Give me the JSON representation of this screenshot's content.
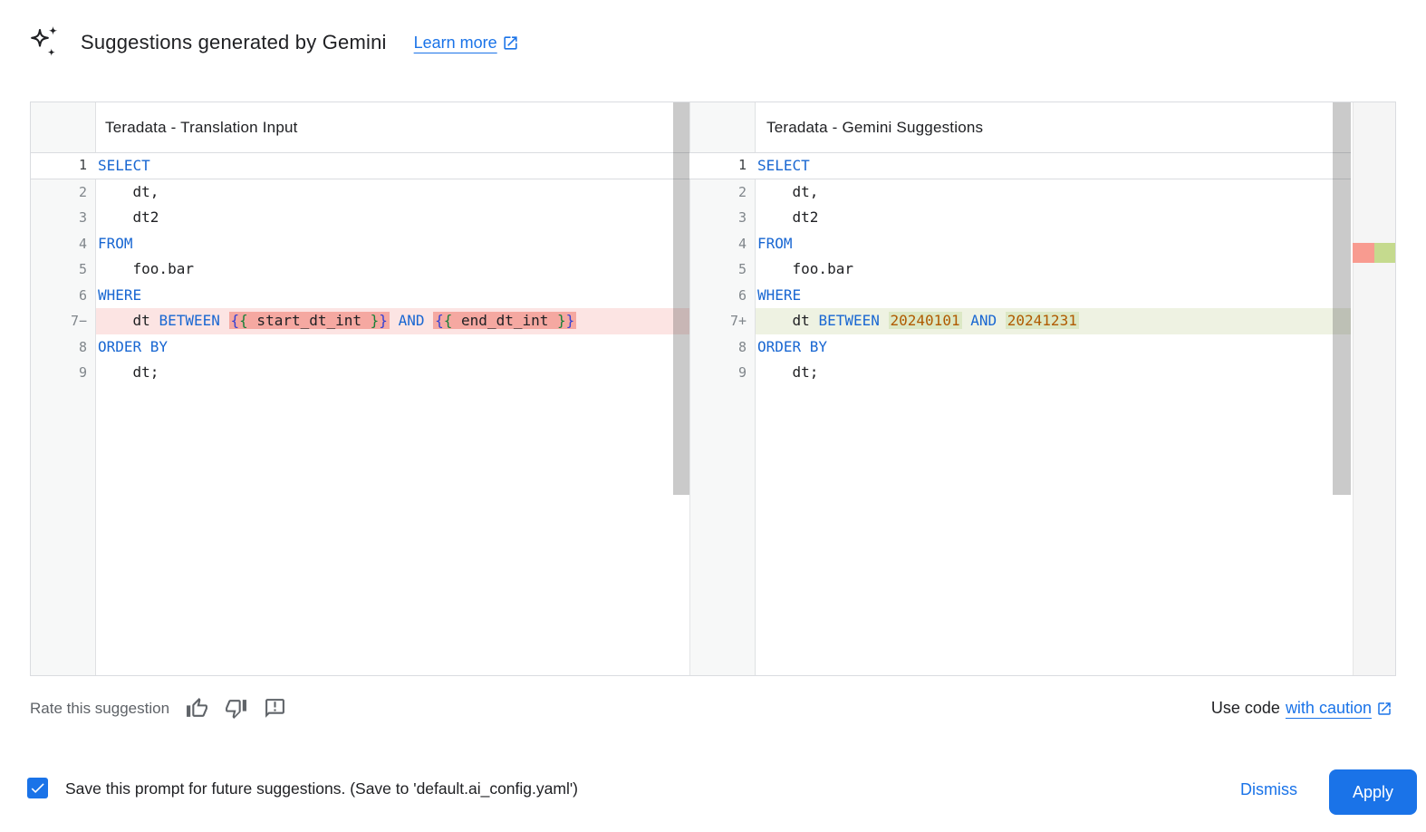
{
  "colors": {
    "accent_blue": "#1a73e8",
    "kw": "#1967d2",
    "b1": "#3340d4",
    "b2": "#188038",
    "num": "#b05a00",
    "del_line": "#fce4e3",
    "del_tok": "#f5a8a1",
    "add_line": "#eef2e2",
    "add_tok": "#dce8c5",
    "ruler_del": "#f89b90",
    "ruler_add": "#c5da8e"
  },
  "header": {
    "title": "Suggestions generated by Gemini",
    "learn_more_label": "Learn more"
  },
  "panels": {
    "left": {
      "title": "Teradata - Translation Input",
      "lines": [
        {
          "gutter": "1",
          "active": true,
          "segments": [
            {
              "hl": false,
              "parts": [
                {
                  "t": "SELECT",
                  "c": "kw"
                }
              ]
            }
          ]
        },
        {
          "gutter": "2",
          "segments": [
            {
              "hl": false,
              "parts": [
                {
                  "t": "    dt,",
                  "c": "pl"
                }
              ]
            }
          ]
        },
        {
          "gutter": "3",
          "segments": [
            {
              "hl": false,
              "parts": [
                {
                  "t": "    dt2",
                  "c": "pl"
                }
              ]
            }
          ]
        },
        {
          "gutter": "4",
          "segments": [
            {
              "hl": false,
              "parts": [
                {
                  "t": "FROM",
                  "c": "kw"
                }
              ]
            }
          ]
        },
        {
          "gutter": "5",
          "segments": [
            {
              "hl": false,
              "parts": [
                {
                  "t": "    foo.bar",
                  "c": "pl"
                }
              ]
            }
          ]
        },
        {
          "gutter": "6",
          "segments": [
            {
              "hl": false,
              "parts": [
                {
                  "t": "WHERE",
                  "c": "kw"
                }
              ]
            }
          ]
        },
        {
          "gutter": "7−",
          "diff": "del",
          "segments": [
            {
              "hl": false,
              "parts": [
                {
                  "t": "    dt ",
                  "c": "pl"
                },
                {
                  "t": "BETWEEN",
                  "c": "kw"
                },
                {
                  "t": " ",
                  "c": "pl"
                }
              ]
            },
            {
              "hl": true,
              "parts": [
                {
                  "t": "{",
                  "c": "b1"
                },
                {
                  "t": "{",
                  "c": "b2"
                },
                {
                  "t": " start_dt_int ",
                  "c": "pl"
                },
                {
                  "t": "}",
                  "c": "b2"
                },
                {
                  "t": "}",
                  "c": "b1"
                }
              ]
            },
            {
              "hl": false,
              "parts": [
                {
                  "t": " ",
                  "c": "pl"
                },
                {
                  "t": "AND",
                  "c": "kw"
                },
                {
                  "t": " ",
                  "c": "pl"
                }
              ]
            },
            {
              "hl": true,
              "parts": [
                {
                  "t": "{",
                  "c": "b1"
                },
                {
                  "t": "{",
                  "c": "b2"
                },
                {
                  "t": " end_dt_int ",
                  "c": "pl"
                },
                {
                  "t": "}",
                  "c": "b2"
                },
                {
                  "t": "}",
                  "c": "b1"
                }
              ]
            }
          ]
        },
        {
          "gutter": "8",
          "segments": [
            {
              "hl": false,
              "parts": [
                {
                  "t": "ORDER BY",
                  "c": "kw"
                }
              ]
            }
          ]
        },
        {
          "gutter": "9",
          "segments": [
            {
              "hl": false,
              "parts": [
                {
                  "t": "    dt;",
                  "c": "pl"
                }
              ]
            }
          ]
        }
      ]
    },
    "right": {
      "title": "Teradata - Gemini Suggestions",
      "lines": [
        {
          "gutter": "1",
          "active": true,
          "segments": [
            {
              "hl": false,
              "parts": [
                {
                  "t": "SELECT",
                  "c": "kw"
                }
              ]
            }
          ]
        },
        {
          "gutter": "2",
          "segments": [
            {
              "hl": false,
              "parts": [
                {
                  "t": "    dt,",
                  "c": "pl"
                }
              ]
            }
          ]
        },
        {
          "gutter": "3",
          "segments": [
            {
              "hl": false,
              "parts": [
                {
                  "t": "    dt2",
                  "c": "pl"
                }
              ]
            }
          ]
        },
        {
          "gutter": "4",
          "segments": [
            {
              "hl": false,
              "parts": [
                {
                  "t": "FROM",
                  "c": "kw"
                }
              ]
            }
          ]
        },
        {
          "gutter": "5",
          "segments": [
            {
              "hl": false,
              "parts": [
                {
                  "t": "    foo.bar",
                  "c": "pl"
                }
              ]
            }
          ]
        },
        {
          "gutter": "6",
          "segments": [
            {
              "hl": false,
              "parts": [
                {
                  "t": "WHERE",
                  "c": "kw"
                }
              ]
            }
          ]
        },
        {
          "gutter": "7+",
          "diff": "add",
          "segments": [
            {
              "hl": false,
              "parts": [
                {
                  "t": "    dt ",
                  "c": "pl"
                },
                {
                  "t": "BETWEEN",
                  "c": "kw"
                },
                {
                  "t": " ",
                  "c": "pl"
                }
              ]
            },
            {
              "hl": true,
              "parts": [
                {
                  "t": "20240101",
                  "c": "num"
                }
              ]
            },
            {
              "hl": false,
              "parts": [
                {
                  "t": " ",
                  "c": "pl"
                },
                {
                  "t": "AND",
                  "c": "kw"
                },
                {
                  "t": " ",
                  "c": "pl"
                }
              ]
            },
            {
              "hl": true,
              "parts": [
                {
                  "t": "20241231",
                  "c": "num"
                }
              ]
            }
          ]
        },
        {
          "gutter": "8",
          "segments": [
            {
              "hl": false,
              "parts": [
                {
                  "t": "ORDER BY",
                  "c": "kw"
                }
              ]
            }
          ]
        },
        {
          "gutter": "9",
          "segments": [
            {
              "hl": false,
              "parts": [
                {
                  "t": "    dt;",
                  "c": "pl"
                }
              ]
            }
          ]
        }
      ]
    }
  },
  "footer": {
    "rate_label": "Rate this suggestion",
    "use_code_prefix": "Use code",
    "use_code_link": "with caution"
  },
  "bottom_bar": {
    "save_label": "Save this prompt for future suggestions. (Save to 'default.ai_config.yaml')",
    "save_checked": true,
    "dismiss_label": "Dismiss",
    "apply_label": "Apply"
  }
}
